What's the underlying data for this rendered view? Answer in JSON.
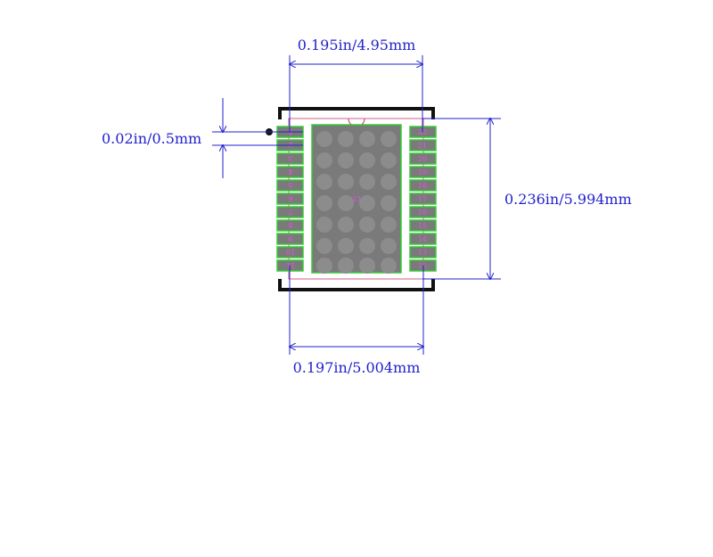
{
  "dimensions": {
    "top_width": "0.195in/4.95mm",
    "pitch": "0.02in/0.5mm",
    "height": "0.236in/5.994mm",
    "bottom_width": "0.197in/5.004mm"
  },
  "pins_left": [
    "1",
    "2",
    "3",
    "4",
    "5",
    "6",
    "7",
    "8",
    "9",
    "10",
    "11"
  ],
  "pins_right": [
    "22",
    "21",
    "20",
    "19",
    "18",
    "17",
    "16",
    "15",
    "14",
    "13",
    "12"
  ],
  "exposed_pad_label": "23",
  "pin1_marker": "0",
  "colors": {
    "dimension": "#2222cc",
    "pad_fill": "#7a7a7a",
    "pad_outline": "#33cc33",
    "silkscreen": "#111111",
    "courtyard": "#cc3366",
    "pin_label": "#dd55dd"
  }
}
